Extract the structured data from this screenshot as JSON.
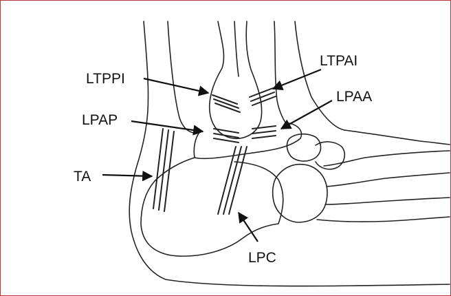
{
  "labels": {
    "ltppi": "LTPPI",
    "ltpai": "LTPAI",
    "lpap": "LPAP",
    "lpaa": "LPAA",
    "ta": "TA",
    "lpc": "LPC"
  }
}
